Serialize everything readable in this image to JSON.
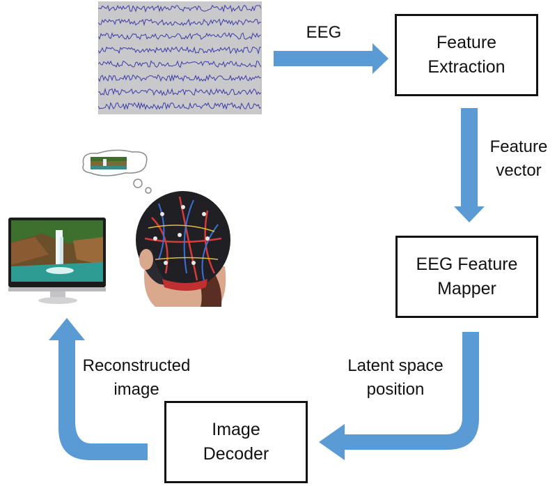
{
  "colors": {
    "arrow": "#5B9BD5",
    "box_border": "#111111",
    "text": "#111111"
  },
  "boxes": {
    "feature_extraction": {
      "line1": "Feature",
      "line2": "Extraction"
    },
    "eeg_feature_mapper": {
      "line1": "EEG Feature",
      "line2": "Mapper"
    },
    "image_decoder": {
      "line1": "Image",
      "line2": "Decoder"
    }
  },
  "labels": {
    "eeg": "EEG",
    "feature_vector": {
      "line1": "Feature",
      "line2": "vector"
    },
    "latent_space": {
      "line1": "Latent space",
      "line2": "position"
    },
    "reconstructed": {
      "line1": "Reconstructed",
      "line2": "image"
    }
  },
  "illustrations": {
    "eeg_signal": "eeg-waveform-image",
    "subject": "eeg-cap-head-image",
    "monitor": "monitor-waterfall-image",
    "thought": "thought-bubble-waterfall"
  }
}
